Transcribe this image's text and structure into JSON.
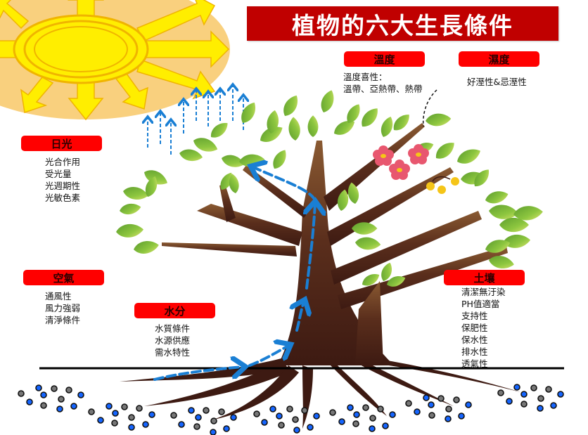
{
  "title": "植物的六大生長條件",
  "colors": {
    "title_bg": "#c00000",
    "tag_bg": "#ff0000",
    "trunk": "#4a2418",
    "leaf": "#7cb342",
    "water_arrow": "#1a7fd4",
    "sun": "#ffee00",
    "sun_halo": "#f9d07e",
    "flower": "#e8576f",
    "soil_blue": "#1565ff",
    "soil_gray": "#777777"
  },
  "factors": {
    "sunlight": {
      "label": "日光",
      "items": [
        "光合作用",
        "受光量",
        "光週期性",
        "光敏色素"
      ]
    },
    "temperature": {
      "label": "溫度",
      "items": [
        "溫度喜性：",
        "溫帶、亞熱帶、熱帶"
      ]
    },
    "humidity": {
      "label": "濕度",
      "items": [
        "好溼性&忌溼性"
      ]
    },
    "air": {
      "label": "空氣",
      "items": [
        "通風性",
        "風力強弱",
        "清淨條件"
      ]
    },
    "water": {
      "label": "水分",
      "items": [
        "水質條件",
        "水源供應",
        "需水特性"
      ]
    },
    "soil": {
      "label": "土壤",
      "items": [
        "清潔無汙染",
        "PH值適當",
        "支持性",
        "保肥性",
        "保水性",
        "排水性",
        "透氣性"
      ]
    }
  }
}
